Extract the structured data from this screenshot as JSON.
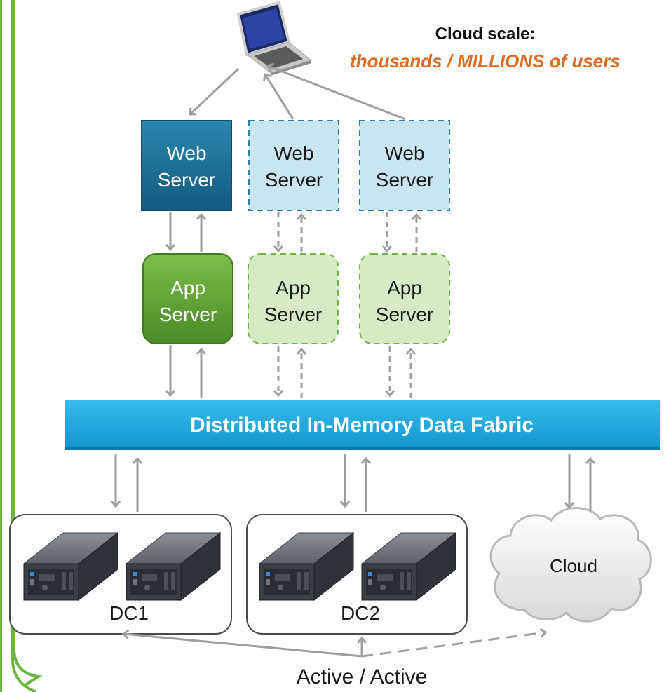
{
  "header": {
    "title": "Cloud scale:",
    "subtitle": "thousands / MILLIONS of users"
  },
  "web_servers": [
    {
      "line1": "Web",
      "line2": "Server",
      "state": "active"
    },
    {
      "line1": "Web",
      "line2": "Server",
      "state": "elastic"
    },
    {
      "line1": "Web",
      "line2": "Server",
      "state": "elastic"
    }
  ],
  "app_servers": [
    {
      "line1": "App",
      "line2": "Server",
      "state": "active"
    },
    {
      "line1": "App",
      "line2": "Server",
      "state": "elastic"
    },
    {
      "line1": "App",
      "line2": "Server",
      "state": "elastic"
    }
  ],
  "fabric": {
    "label": "Distributed In-Memory Data Fabric"
  },
  "datacenters": [
    {
      "label": "DC1"
    },
    {
      "label": "DC2"
    }
  ],
  "cloud": {
    "label": "Cloud"
  },
  "footer": {
    "label": "Active / Active"
  },
  "colors": {
    "accent_orange": "#e06a1e",
    "web_active": "#1c6f98",
    "web_elastic": "#c7e6f2",
    "app_active": "#5e9a34",
    "app_elastic": "#d5ebc4",
    "fabric": "#2aa9dc",
    "frame_green": "#6db540",
    "arrow_gray": "#9e9e9e"
  }
}
